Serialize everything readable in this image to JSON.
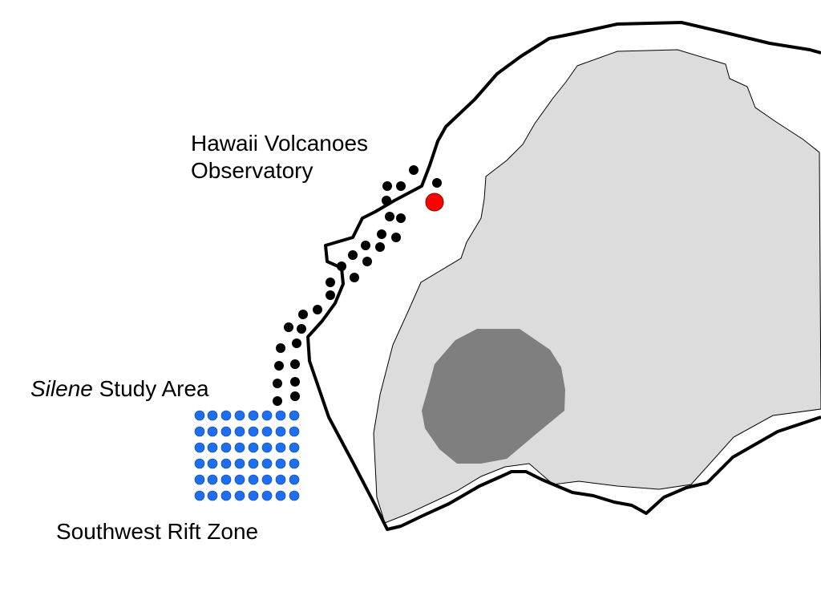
{
  "labels": {
    "observatory_line1": "Hawaii Volcanoes",
    "observatory_line2": "Observatory",
    "study_area_italic": "Silene",
    "study_area_rest": " Study Area",
    "rift_zone": "Southwest Rift Zone"
  },
  "colors": {
    "caldera_fill": "#dcdcdc",
    "pit_crater_fill": "#7f7f7f",
    "observatory_marker": "#ff0000",
    "study_area_dots": "#1e6ff0",
    "rift_dots": "#000000"
  },
  "markers": {
    "observatory": "red-circle",
    "study_area": "blue-dot-grid",
    "rift_zone": "black-dotted-line"
  }
}
